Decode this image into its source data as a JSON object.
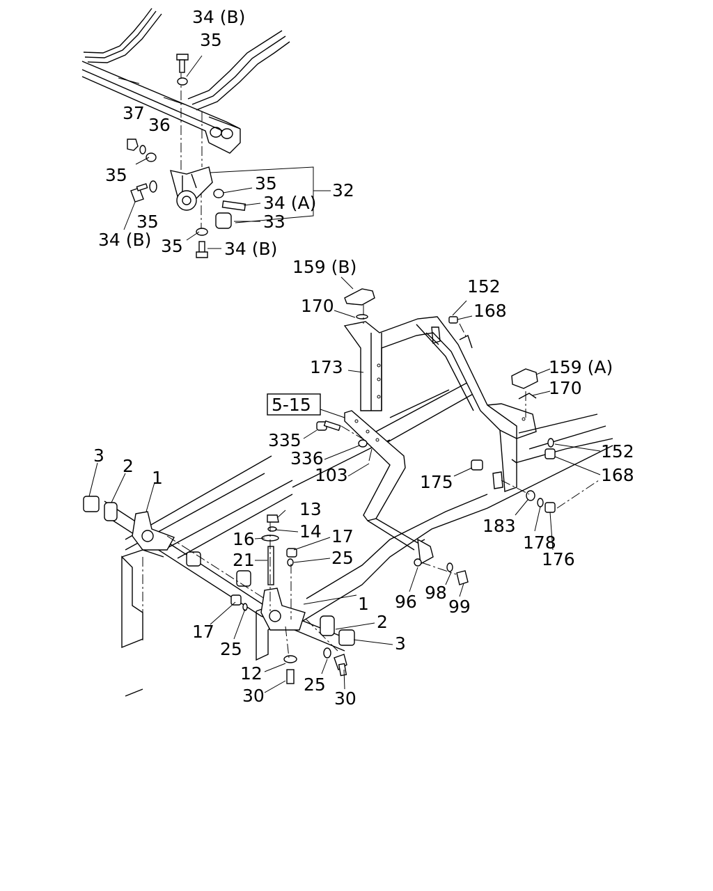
{
  "labels": [
    "34 (B)",
    "35",
    "37",
    "36",
    "35",
    "35",
    "34 (A)",
    "32",
    "35",
    "33",
    "34 (B)",
    "35",
    "34 (B)",
    "159 (B)",
    "152",
    "170",
    "168",
    "173",
    "159 (A)",
    "170",
    "5-15",
    "335",
    "336",
    "103",
    "152",
    "168",
    "175",
    "3",
    "2",
    "1",
    "13",
    "14",
    "16",
    "17",
    "21",
    "25",
    "183",
    "178",
    "176",
    "1",
    "96",
    "98",
    "99",
    "17",
    "25",
    "2",
    "3",
    "12",
    "25",
    "30",
    "30"
  ]
}
